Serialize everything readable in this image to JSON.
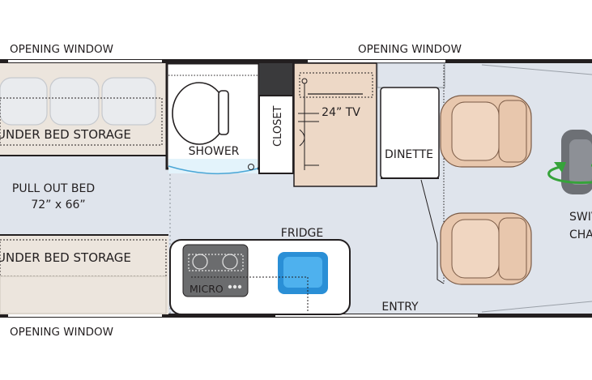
{
  "labels": {
    "opening_window_top_left": "OPENING WINDOW",
    "opening_window_top_right": "OPENING WINDOW",
    "opening_window_bottom": "OPENING WINDOW",
    "under_bed_storage_top": "UNDER BED STORAGE",
    "under_bed_storage_bottom": "UNDER BED STORAGE",
    "pull_out_bed": "PULL OUT BED",
    "pull_out_bed_size": "72” x 66”",
    "shower": "SHOWER",
    "closet": "CLOSET",
    "tv": "24” TV",
    "dinette": "DINETTE",
    "fridge": "FRIDGE",
    "micro": "MICRO",
    "entry": "ENTRY",
    "swivel_line1": "SWIV",
    "swivel_line2": "CHA"
  },
  "colors": {
    "floor": "#dfe4ec",
    "wall": "#231f20",
    "bed": "#ece5dd",
    "pillow": "#e9ebee",
    "tv_cabinet": "#edd8c6",
    "seat": "#e8c7ad",
    "seat_edge": "#7a5a45",
    "closet_dark": "#3a3a3c",
    "sink_blue": "#2a8fd6",
    "swivel_arrow": "#36a33a"
  }
}
